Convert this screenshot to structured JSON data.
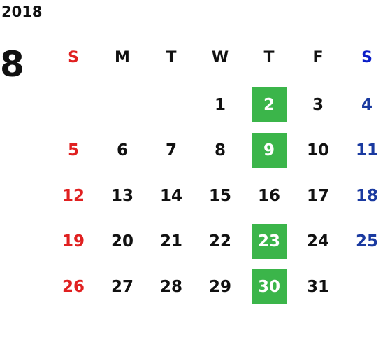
{
  "calendar": {
    "year": "2018",
    "month": "8",
    "weekdays": [
      "S",
      "M",
      "T",
      "W",
      "T",
      "F",
      "S"
    ],
    "highlight_color": "#3bb54a",
    "sunday_color": "#e02020",
    "saturday_color": "#1a3aa0",
    "weeks": [
      [
        {
          "day": "",
          "highlight": false
        },
        {
          "day": "",
          "highlight": false
        },
        {
          "day": "",
          "highlight": false
        },
        {
          "day": "1",
          "highlight": false
        },
        {
          "day": "2",
          "highlight": true
        },
        {
          "day": "3",
          "highlight": false
        },
        {
          "day": "4",
          "highlight": false
        }
      ],
      [
        {
          "day": "5",
          "highlight": false
        },
        {
          "day": "6",
          "highlight": false
        },
        {
          "day": "7",
          "highlight": false
        },
        {
          "day": "8",
          "highlight": false
        },
        {
          "day": "9",
          "highlight": true
        },
        {
          "day": "10",
          "highlight": false
        },
        {
          "day": "11",
          "highlight": false
        }
      ],
      [
        {
          "day": "12",
          "highlight": false
        },
        {
          "day": "13",
          "highlight": false
        },
        {
          "day": "14",
          "highlight": false
        },
        {
          "day": "15",
          "highlight": false
        },
        {
          "day": "16",
          "highlight": false
        },
        {
          "day": "17",
          "highlight": false
        },
        {
          "day": "18",
          "highlight": false
        }
      ],
      [
        {
          "day": "19",
          "highlight": false
        },
        {
          "day": "20",
          "highlight": false
        },
        {
          "day": "21",
          "highlight": false
        },
        {
          "day": "22",
          "highlight": false
        },
        {
          "day": "23",
          "highlight": true
        },
        {
          "day": "24",
          "highlight": false
        },
        {
          "day": "25",
          "highlight": false
        }
      ],
      [
        {
          "day": "26",
          "highlight": false
        },
        {
          "day": "27",
          "highlight": false
        },
        {
          "day": "28",
          "highlight": false
        },
        {
          "day": "29",
          "highlight": false
        },
        {
          "day": "30",
          "highlight": true
        },
        {
          "day": "31",
          "highlight": false
        },
        {
          "day": "",
          "highlight": false
        }
      ]
    ]
  }
}
